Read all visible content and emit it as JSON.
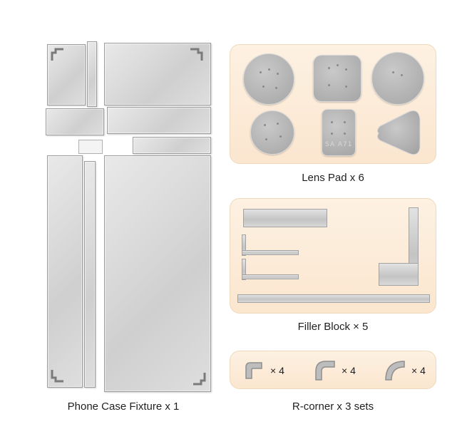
{
  "items": {
    "lens_pad": {
      "caption": "Lens Pad x 6",
      "pad_label": "SA A71"
    },
    "filler_block": {
      "caption": "Filler Block × 5"
    },
    "r_corner": {
      "caption": "R-corner x 3 sets",
      "quantities": [
        "× 4",
        "× 4",
        "× 4"
      ]
    },
    "phone_case_fixture": {
      "caption": "Phone Case Fixture x 1"
    }
  },
  "colors": {
    "panel_bg": "#fbe6cf",
    "metal": "#d6d6d6",
    "pad": "#b5b5b5",
    "text": "#1f1f1f"
  }
}
